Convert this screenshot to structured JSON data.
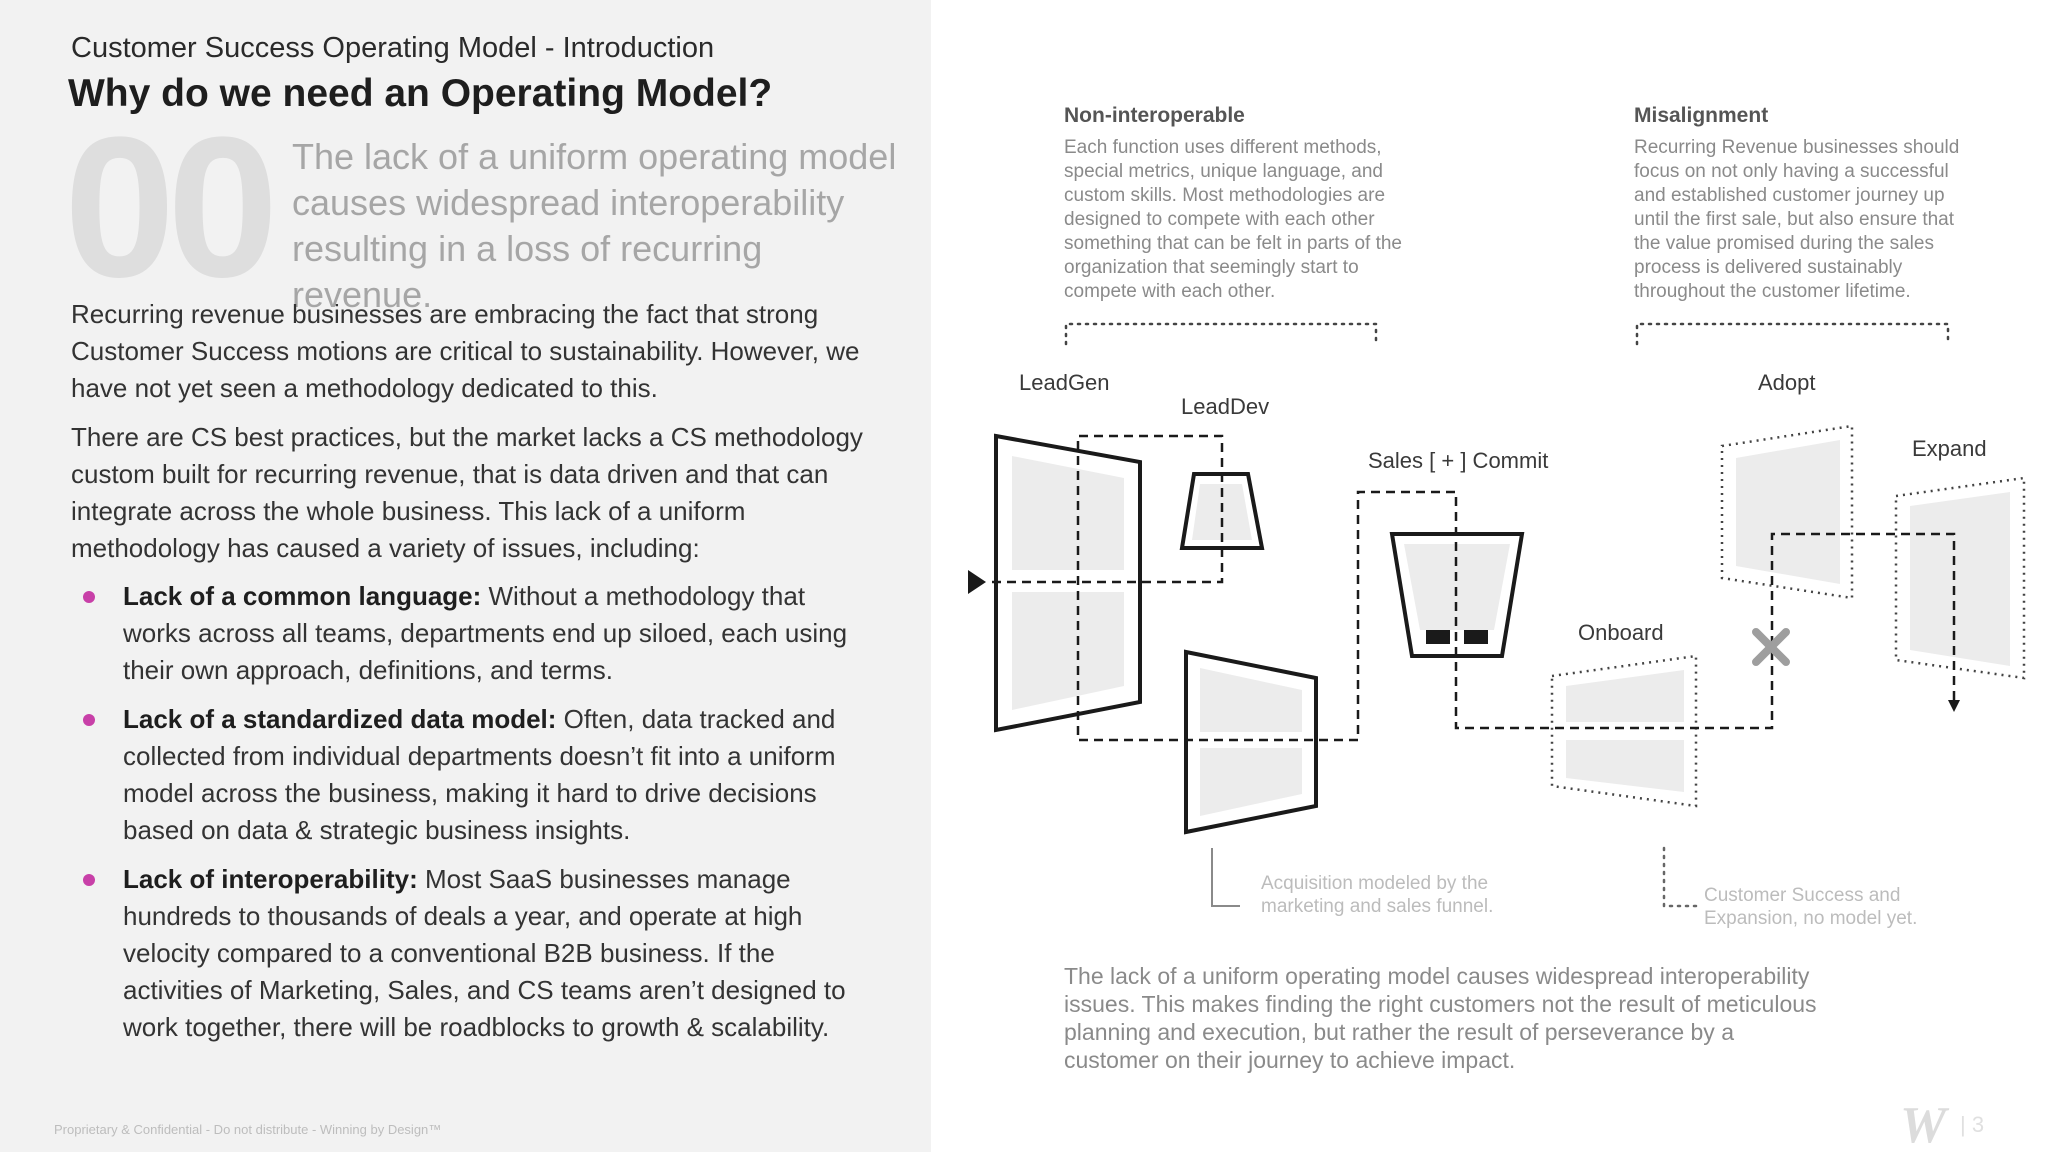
{
  "header": {
    "kicker": "Customer Success Operating Model - Introduction",
    "title": "Why do we need an Operating Model?",
    "section_number": "00",
    "lead": "The lack of a uniform operating model causes widespread interoperability resulting in a loss of recurring revenue."
  },
  "body": {
    "paragraph_1": "Recurring revenue businesses are embracing the fact that strong Customer Success motions are critical to sustainability.  However, we have not yet seen a methodology dedicated to this.",
    "paragraph_2": "There are CS best practices, but the market lacks a CS methodology custom built for recurring revenue, that is data driven and that can integrate across the whole business. This lack of a uniform methodology has caused a variety of issues, including:",
    "bullets": [
      {
        "term": "Lack of a common language:",
        "text": " Without a methodology that works across all teams, departments end up siloed, each using their own approach, definitions, and terms."
      },
      {
        "term": "Lack of a standardized data model:",
        "text": "  Often, data tracked and collected from individual departments doesn’t fit into a uniform model across the business, making it hard to drive decisions based on data & strategic business insights."
      },
      {
        "term": "Lack of interoperability:",
        "text": "  Most SaaS businesses manage hundreds to thousands of deals a year, and operate at high velocity compared to a conventional B2B business. If the activities of Marketing, Sales, and CS teams aren’t designed to work together, there will be roadblocks to growth & scalability."
      }
    ],
    "bullet_color": "#c840a8"
  },
  "footer": {
    "text": "Proprietary & Confidential - Do not distribute - Winning by Design™"
  },
  "right": {
    "non_interoperable": {
      "heading": "Non-interoperable",
      "text": "Each function uses different methods, special metrics, unique language, and custom skills. Most methodologies are designed to compete with each other something that can be felt in parts of the organization that  seemingly start to compete with each other."
    },
    "misalignment": {
      "heading": "Misalignment",
      "text": "Recurring Revenue businesses should focus on not only having a successful and established customer journey up until the first sale, but also ensure that the value promised during the sales process is delivered sustainably throughout the customer lifetime."
    },
    "stages": {
      "leadgen": "LeadGen",
      "leaddev": "LeadDev",
      "sales_commit": "Sales [ + ] Commit",
      "onboard": "Onboard",
      "adopt": "Adopt",
      "expand": "Expand"
    },
    "annotations": {
      "acquisition": "Acquisition modeled by the marketing and sales funnel.",
      "customer_success": "Customer Success and Expansion, no model yet."
    },
    "conclusion": "The lack of a uniform operating model causes widespread interoperability issues. This makes finding the right customers not the result of meticulous planning and execution, but rather the result of perseverance by a customer on their journey to achieve impact."
  },
  "logo": {
    "icon": "winning-by-design-logo-icon",
    "page_number": "| 3"
  },
  "colors": {
    "panel": "#f2f2f2",
    "accent": "#c840a8",
    "stroke": "#1a1a1a",
    "fill": "#eaeaea"
  }
}
